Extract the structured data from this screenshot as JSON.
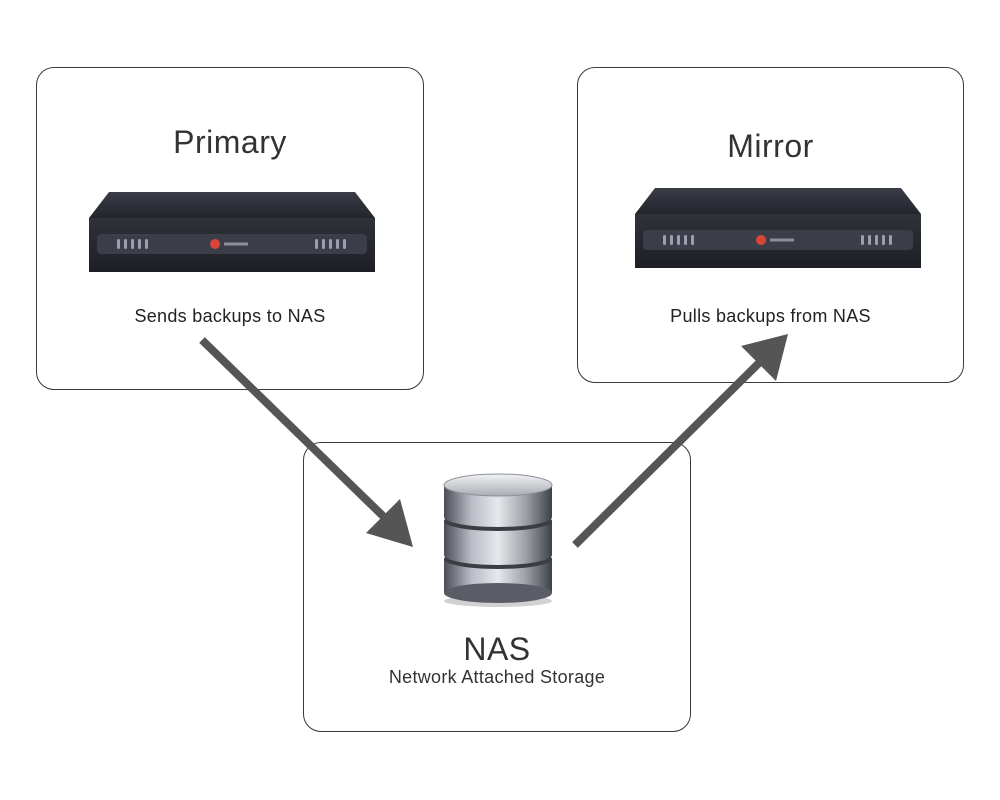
{
  "primary": {
    "title": "Primary",
    "caption": "Sends backups to NAS"
  },
  "mirror": {
    "title": "Mirror",
    "caption": "Pulls backups from NAS"
  },
  "nas": {
    "title": "NAS",
    "subtitle": "Network Attached Storage"
  },
  "colors": {
    "arrow": "#555555",
    "box_border": "#3a3a3a",
    "server_body": "#2b2d35",
    "server_logo": "#d9453b"
  },
  "icons": {
    "server": "rack-server-icon",
    "storage": "database-cylinder-icon"
  }
}
